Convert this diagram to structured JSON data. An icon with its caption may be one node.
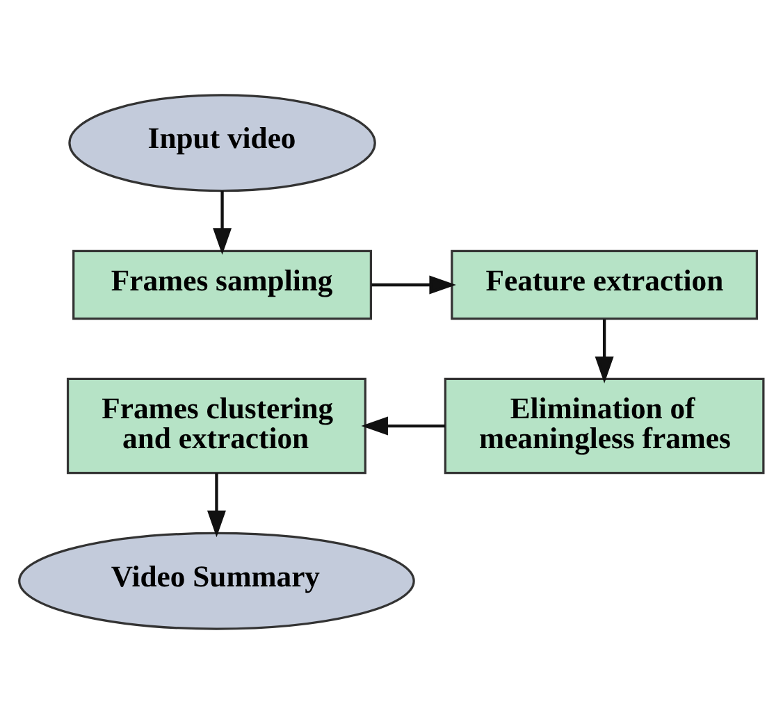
{
  "diagram": {
    "nodes": [
      {
        "text": [
          "Input video"
        ]
      },
      {
        "text": [
          "Frames sampling"
        ]
      },
      {
        "text": [
          "Feature extraction"
        ]
      },
      {
        "text": [
          "Elimination of meaningless frames"
        ]
      },
      {
        "text": [
          "Frames clustering and extraction"
        ]
      },
      {
        "text": [
          "Video Summary"
        ]
      }
    ],
    "edges": [
      {
        "from": 0,
        "to": 1,
        "arrow": "to"
      },
      {
        "from": 1,
        "to": 2,
        "arrow": "to"
      },
      {
        "from": 2,
        "to": 3,
        "arrow": "to"
      },
      {
        "from": 3,
        "to": 4,
        "arrow": "to"
      },
      {
        "from": 4,
        "to": 5,
        "arrow": "to"
      }
    ]
  }
}
